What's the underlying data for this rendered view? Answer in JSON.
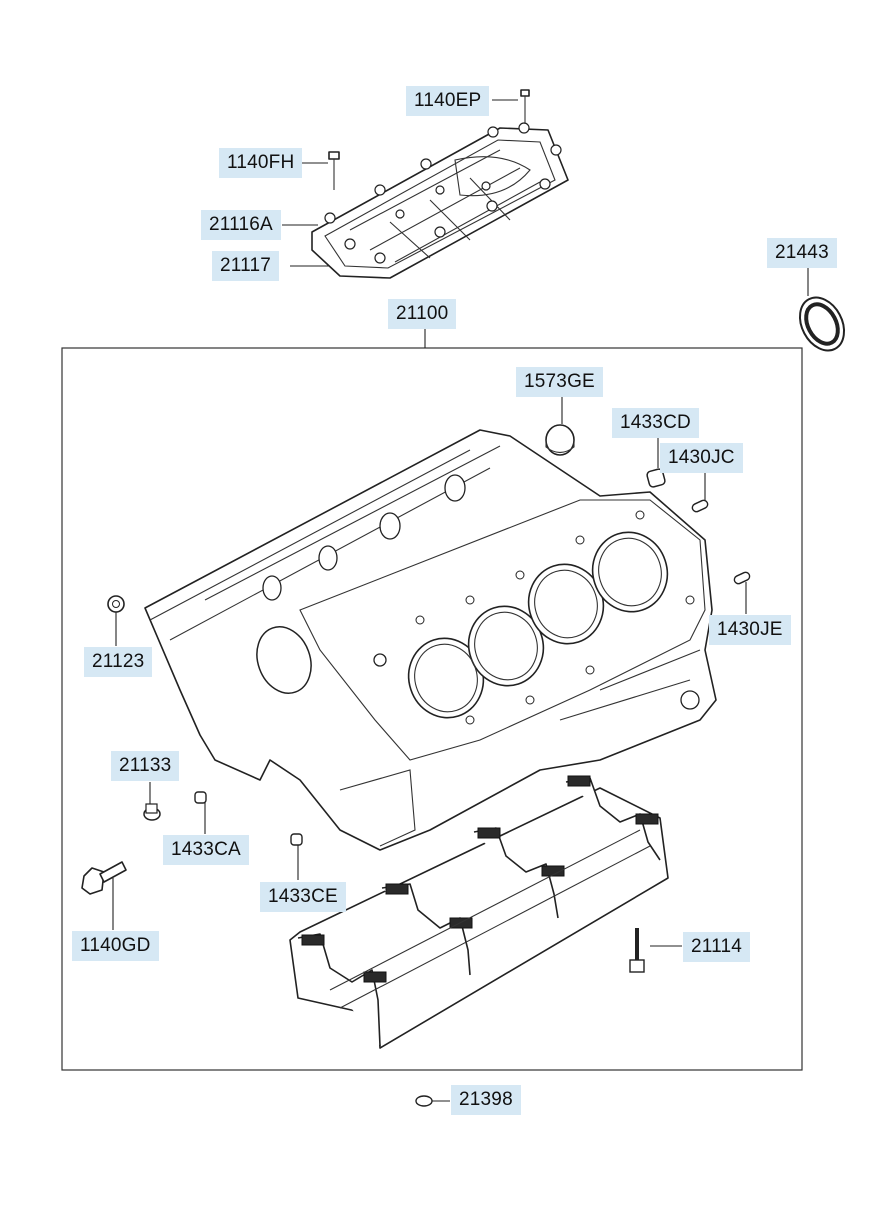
{
  "parts": {
    "cover_bolt_top": "1140EP",
    "cover_bolt_left": "1140FH",
    "cover_gasket": "21116A",
    "cover": "21117",
    "block_assembly": "21100",
    "oil_seal": "21443",
    "plug_large": "1573GE",
    "plug_small": "1433CD",
    "dowel_pin_top": "1430JC",
    "dowel_pin_side": "1430JE",
    "drain_plug": "21123",
    "plug_lower": "21133",
    "plug_ca": "1433CA",
    "plug_ce": "1433CE",
    "bolt_ladder": "1140GD",
    "bedplate_bolt": "21114",
    "washer": "21398"
  }
}
